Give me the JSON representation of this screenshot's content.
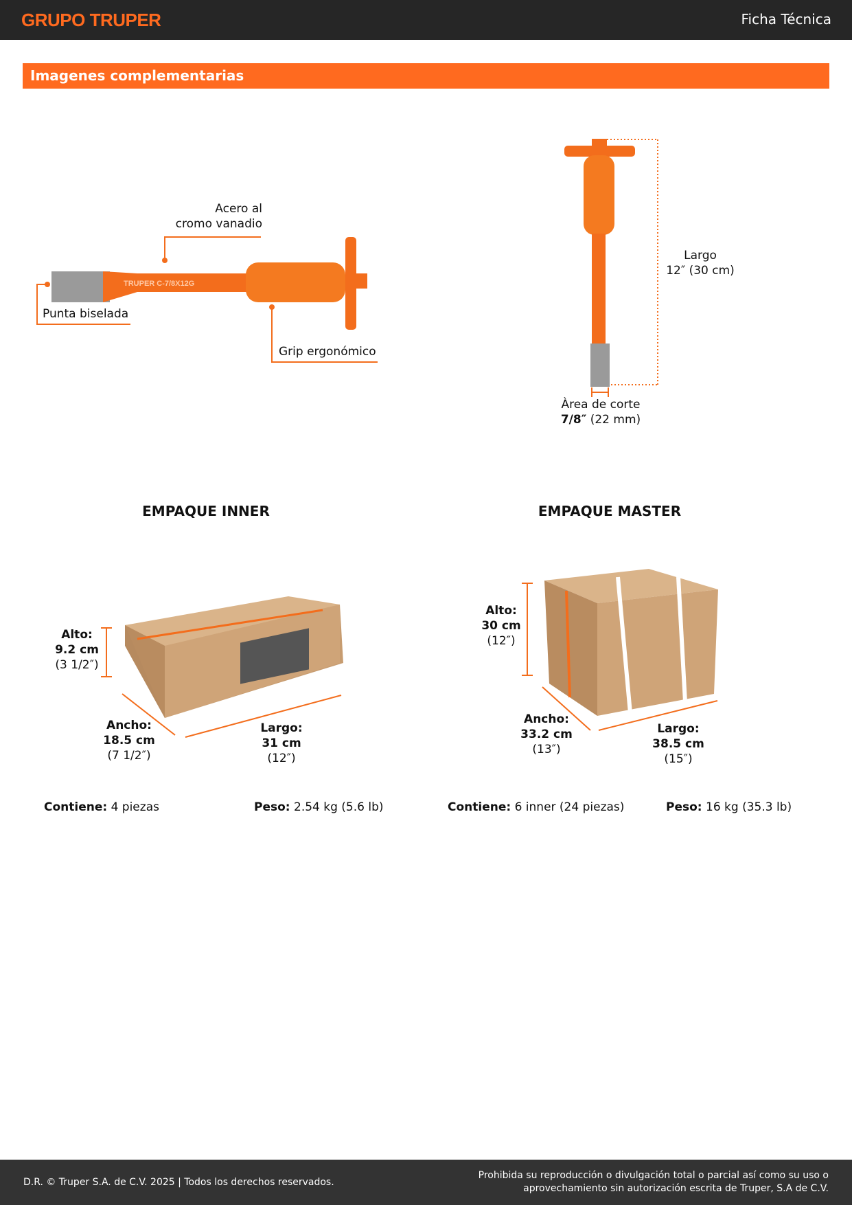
{
  "header": {
    "brand": "GRUPO TRUPER",
    "doc_type": "Ficha Técnica"
  },
  "section": {
    "title": "Imagenes complementarias"
  },
  "product": {
    "engraving": "TRUPER C-7/8X12G",
    "callouts": {
      "material_1": "Acero al",
      "material_2": "cromo vanadio",
      "tip": "Punta biselada",
      "grip": "Grip ergonómico"
    },
    "length_label": "Largo",
    "length_value_in": "12″",
    "length_value_cm": "(30 cm)",
    "cut_label": "Àrea de corte",
    "cut_value_in": "7/8″",
    "cut_value_mm": "(22 mm)"
  },
  "inner": {
    "title": "EMPAQUE INNER",
    "alto_label": "Alto:",
    "alto_cm": "9.2 cm",
    "alto_in": "(3 1/2″)",
    "ancho_label": "Ancho:",
    "ancho_cm": "18.5 cm",
    "ancho_in": "(7 1/2″)",
    "largo_label": "Largo:",
    "largo_cm": "31 cm",
    "largo_in": "(12″)",
    "contiene_label": "Contiene:",
    "contiene_value": "4 piezas",
    "peso_label": "Peso:",
    "peso_value": "2.54 kg (5.6 lb)"
  },
  "master": {
    "title": "EMPAQUE MASTER",
    "alto_label": "Alto:",
    "alto_cm": "30 cm",
    "alto_in": "(12″)",
    "ancho_label": "Ancho:",
    "ancho_cm": "33.2 cm",
    "ancho_in": "(13″)",
    "largo_label": "Largo:",
    "largo_cm": "38.5 cm",
    "largo_in": "(15″)",
    "contiene_label": "Contiene:",
    "contiene_value": "6 inner (24 piezas)",
    "peso_label": "Peso:",
    "peso_value": "16 kg (35.3 lb)"
  },
  "footer": {
    "left": "D.R. © Truper S.A. de C.V. 2025 | Todos los derechos reservados.",
    "right_1": "Prohibida su reproducción o divulgación total o parcial así como su uso o",
    "right_2": "aprovechamiento sin autorización escrita de Truper, S.A de C.V."
  },
  "colors": {
    "accent": "#ff6a1f",
    "dark": "#262626",
    "cardboard": "#c9a27a"
  }
}
